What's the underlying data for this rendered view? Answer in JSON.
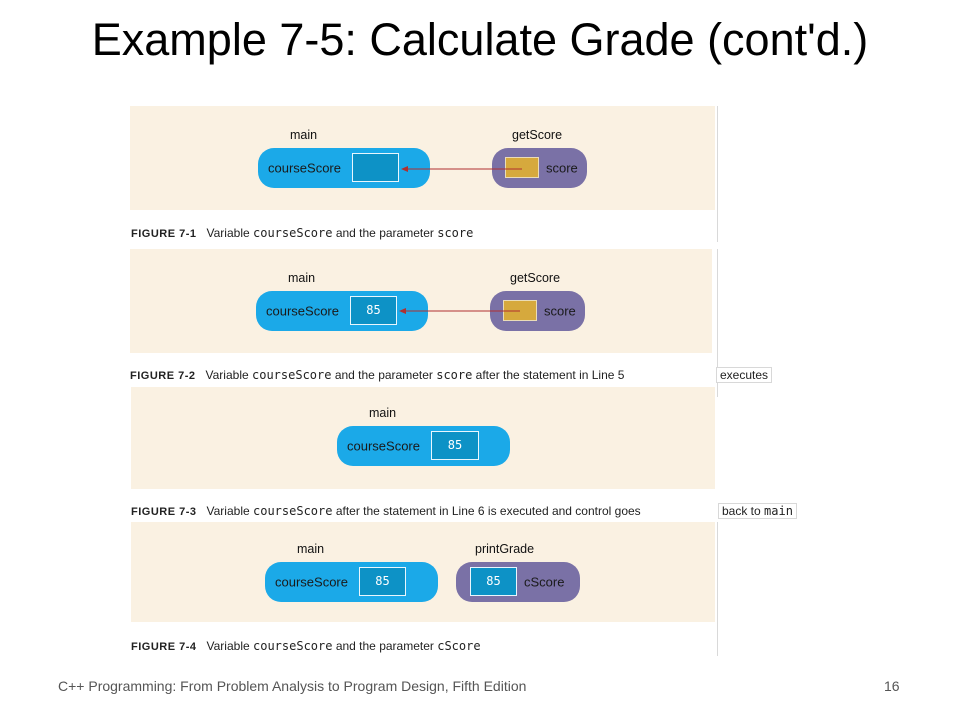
{
  "title": "Example 7-5: Calculate Grade (cont'd.)",
  "colors": {
    "panel_bg": "#faf1e2",
    "main_pill": "#1ba9e8",
    "func_pill": "#7a71a6",
    "value_box": "#0d92c6",
    "param_box": "#d6a93d",
    "arrow": "#b03030"
  },
  "figures": [
    {
      "left_label": "main",
      "left_var": "courseScore",
      "left_value": "",
      "right_label": "getScore",
      "right_var": "score",
      "caption_fig": "FIGURE 7-1",
      "caption_parts": [
        "Variable ",
        "courseScore",
        " and the parameter ",
        "score",
        ""
      ]
    },
    {
      "left_label": "main",
      "left_var": "courseScore",
      "left_value": "85",
      "right_label": "getScore",
      "right_var": "score",
      "caption_fig": "FIGURE 7-2",
      "caption_parts": [
        "Variable ",
        "courseScore",
        " and the parameter ",
        "score",
        " after the statement in Line 5"
      ],
      "caption_extra": "executes"
    },
    {
      "left_label": "main",
      "left_var": "courseScore",
      "left_value": "85",
      "caption_fig": "FIGURE 7-3",
      "caption_parts": [
        "Variable ",
        "courseScore",
        " after the statement in Line 6 is executed and control goes",
        "",
        ""
      ],
      "caption_extra_text": "back to ",
      "caption_extra_code": "main"
    },
    {
      "left_label": "main",
      "left_var": "courseScore",
      "left_value": "85",
      "right_label": "printGrade",
      "right_var": "cScore",
      "right_value": "85",
      "caption_fig": "FIGURE 7-4",
      "caption_parts": [
        "Variable ",
        "courseScore",
        " and the parameter ",
        "cScore",
        ""
      ]
    }
  ],
  "footer": {
    "text": "C++ Programming: From Problem Analysis to Program Design, Fifth Edition",
    "page": "16"
  }
}
